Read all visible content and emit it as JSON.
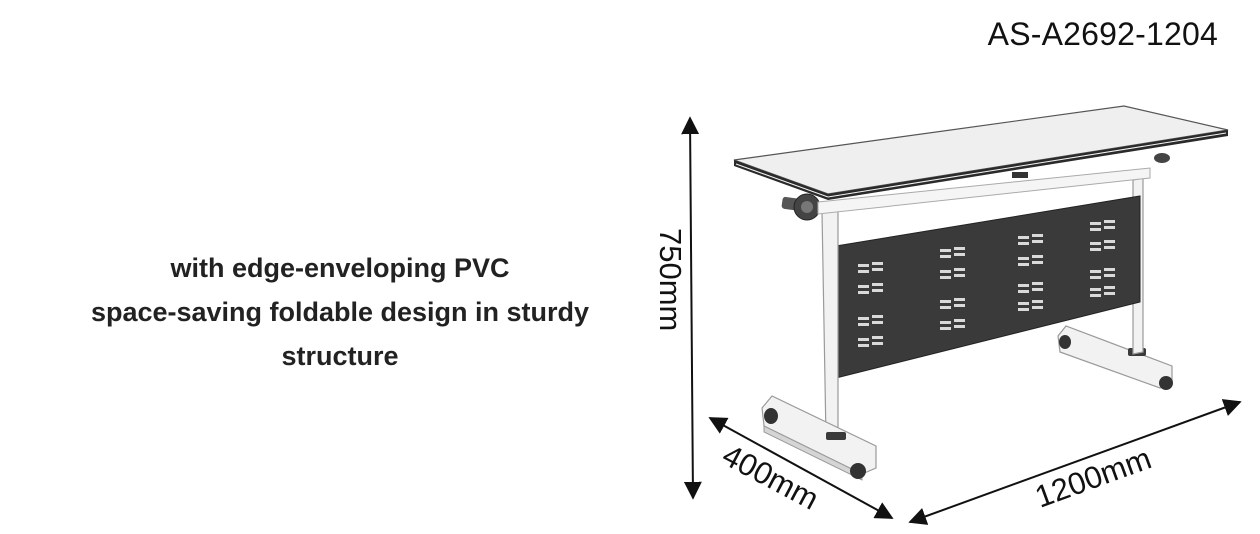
{
  "model_number": "AS-A2692-1204",
  "description_lines": [
    "with edge-enveloping PVC",
    "space-saving foldable design in sturdy",
    "structure"
  ],
  "dimensions": {
    "height": "750mm",
    "depth": "400mm",
    "width": "1200mm"
  },
  "colors": {
    "frame": "#f2f2f2",
    "modesty_panel": "#3a3a3a",
    "tabletop": "#efefef",
    "edge_band": "#2a2a2a"
  }
}
